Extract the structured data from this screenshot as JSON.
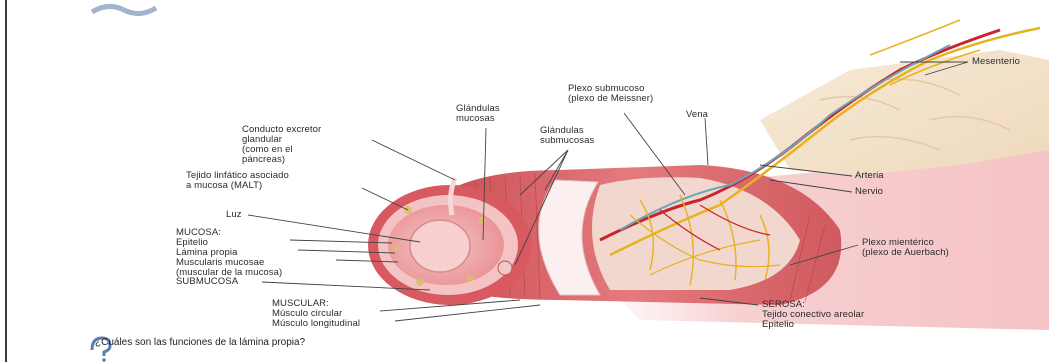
{
  "labels": {
    "mesenterio": "Mesenterio",
    "plexo_submucoso": "Plexo submucoso\n(plexo de Meissner)",
    "vena": "Vena",
    "glandulas_mucosas": "Glándulas\nmucosas",
    "glandulas_submucosas": "Glándulas\nsubmucosas",
    "conducto_excretor": "Conducto excretor\nglandular\n(como en el\npáncreas)",
    "tejido_linfatico": "Tejido linfático asociado\na mucosa (MALT)",
    "arteria": "Arteria",
    "nervio": "Nervio",
    "luz": "Luz",
    "mucosa": "MUCOSA:\nEpitelio\nLámina propia\nMuscularis mucosae\n(muscular de la mucosa)",
    "submucosa": "SUBMUCOSA",
    "plexo_mienterico": "Plexo mientérico\n(plexo de Auerbach)",
    "muscular": "MUSCULAR:\nMúsculo circular\nMúsculo longitudinal",
    "serosa": "SEROSA:\nTejido conectivo areolar\nEpitelio"
  },
  "question": "¿Cuáles son las funciones de la lámina propia?",
  "colors": {
    "muscle": "#d9595e",
    "muscle_dark": "#b8393f",
    "mucosa": "#f3b6b8",
    "fat": "#f4e3cc",
    "nerve": "#e6b21e",
    "artery": "#c9232b",
    "vein": "#6aa7b8",
    "pink_bg": "#f7d2d2"
  },
  "icons": {
    "logo": "wave-logo-icon",
    "question": "question-hand-icon"
  }
}
